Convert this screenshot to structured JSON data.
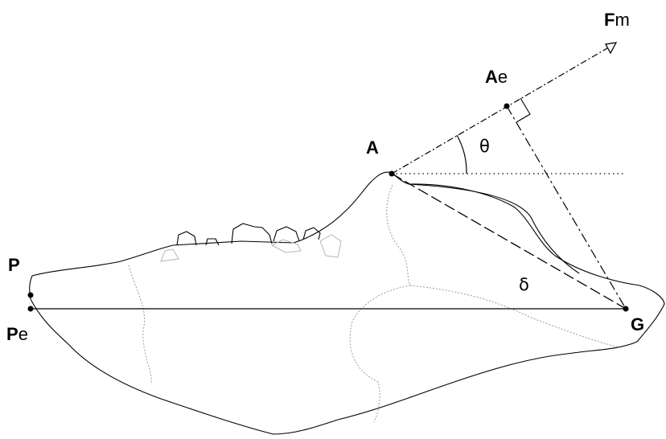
{
  "labels": {
    "fm_bold": "F",
    "fm_rest": "m",
    "ae_bold": "A",
    "ae_rest": "e",
    "a": "A",
    "theta": "θ",
    "delta": "δ",
    "p": "P",
    "pe_bold": "P",
    "pe_rest": "e",
    "g": "G"
  },
  "colors": {
    "line": "#000000",
    "suture": "#9a9a9a"
  }
}
